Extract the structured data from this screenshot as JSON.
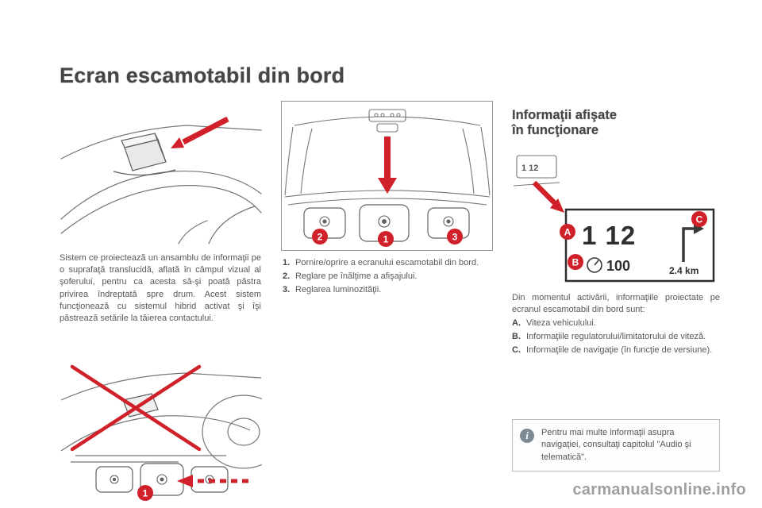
{
  "page": {
    "title": "Ecran escamotabil din bord",
    "watermark": "carmanualsonline.info"
  },
  "icons": {
    "info": "i"
  },
  "left": {
    "description": "Sistem ce proiectează un ansamblu de informaţii pe o suprafaţă translucidă, aflată în câmpul vizual al şoferului, pentru ca acesta să-şi poată păstra privirea îndreptată spre drum. Acest sistem funcţionează cu sistemul hibrid activat şi îşi păstrează setările la tăierea contactului."
  },
  "middle": {
    "items": [
      {
        "num": "1.",
        "text": "Pornire/oprire a ecranului escamotabil din bord."
      },
      {
        "num": "2.",
        "text": "Reglare pe înălţime a afişajului."
      },
      {
        "num": "3.",
        "text": "Reglarea luminozităţii."
      }
    ]
  },
  "right": {
    "heading_line1": "Informaţii afişate",
    "heading_line2": "în funcţionare",
    "intro": "Din momentul activării, informaţiile proiectate pe ecranul escamotabil din bord sunt:",
    "items": [
      {
        "letter": "A.",
        "text": "Viteza vehiculului."
      },
      {
        "letter": "B.",
        "text": "Informaţiile regulatorului/limitatorului de viteză."
      },
      {
        "letter": "C.",
        "text": "Informaţiile de navigaţie (în funcţie de versiune)."
      }
    ],
    "info_note": "Pentru mai multe informaţii asupra navigaţiei, consultaţi capitolul \"Audio şi telematică\"."
  },
  "hud": {
    "mini_label": "1 12",
    "speed_display": "1 12",
    "limit": "100",
    "distance": "2.4 km"
  },
  "callouts": {
    "one": "1",
    "two": "2",
    "three": "3",
    "a": "A",
    "b": "B",
    "c": "C"
  },
  "colors": {
    "accent_red": "#d0202a"
  }
}
